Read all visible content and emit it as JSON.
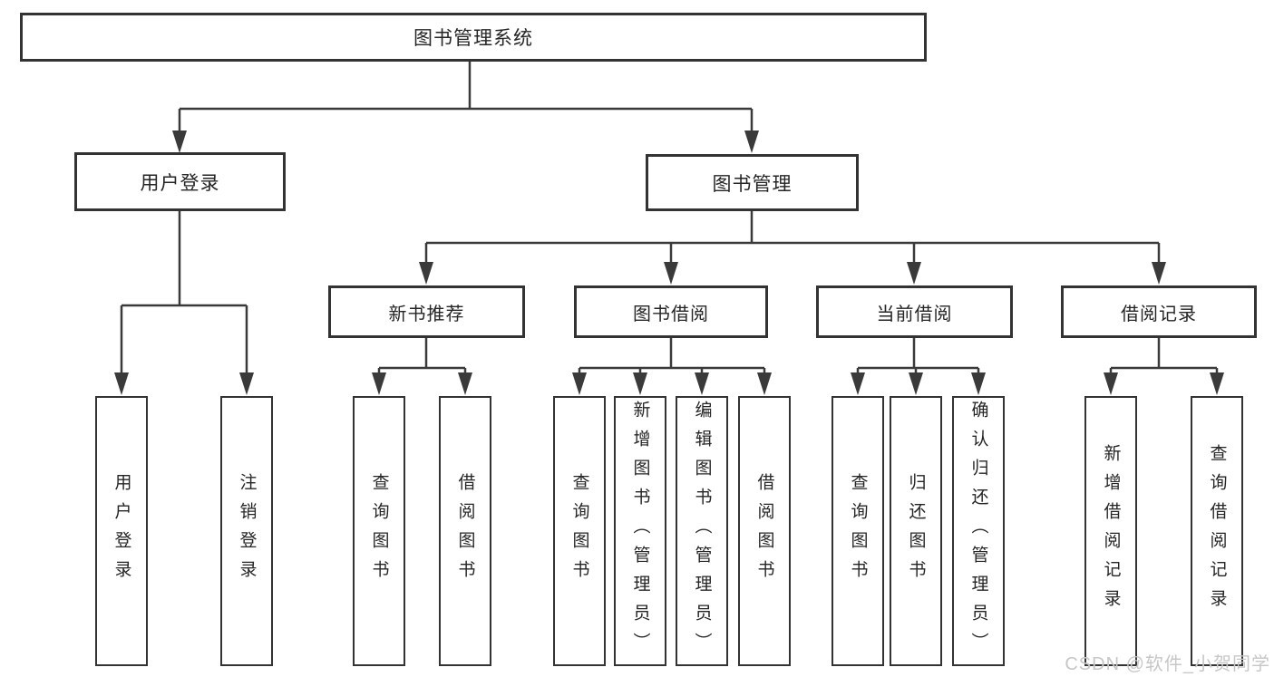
{
  "nodes": {
    "root": "图书管理系统",
    "level2": [
      "用户登录",
      "图书管理"
    ],
    "level3": [
      "新书推荐",
      "图书借阅",
      "当前借阅",
      "借阅记录"
    ],
    "leaves": [
      "用户登录",
      "注销登录",
      "查询图书",
      "借阅图书",
      "查询图书",
      "新增图书（管理员）",
      "编辑图书（管理员）",
      "借阅图书",
      "查询图书",
      "归还图书",
      "确认归还（管理员）",
      "新增借阅记录",
      "查询借阅记录"
    ]
  },
  "watermark": "CSDN @软件_小贺同学",
  "colors": {
    "line": "#3a3a3a",
    "box_border": "#333333",
    "text": "#252525",
    "watermark": "#c7c7c7",
    "background": "#ffffff"
  }
}
